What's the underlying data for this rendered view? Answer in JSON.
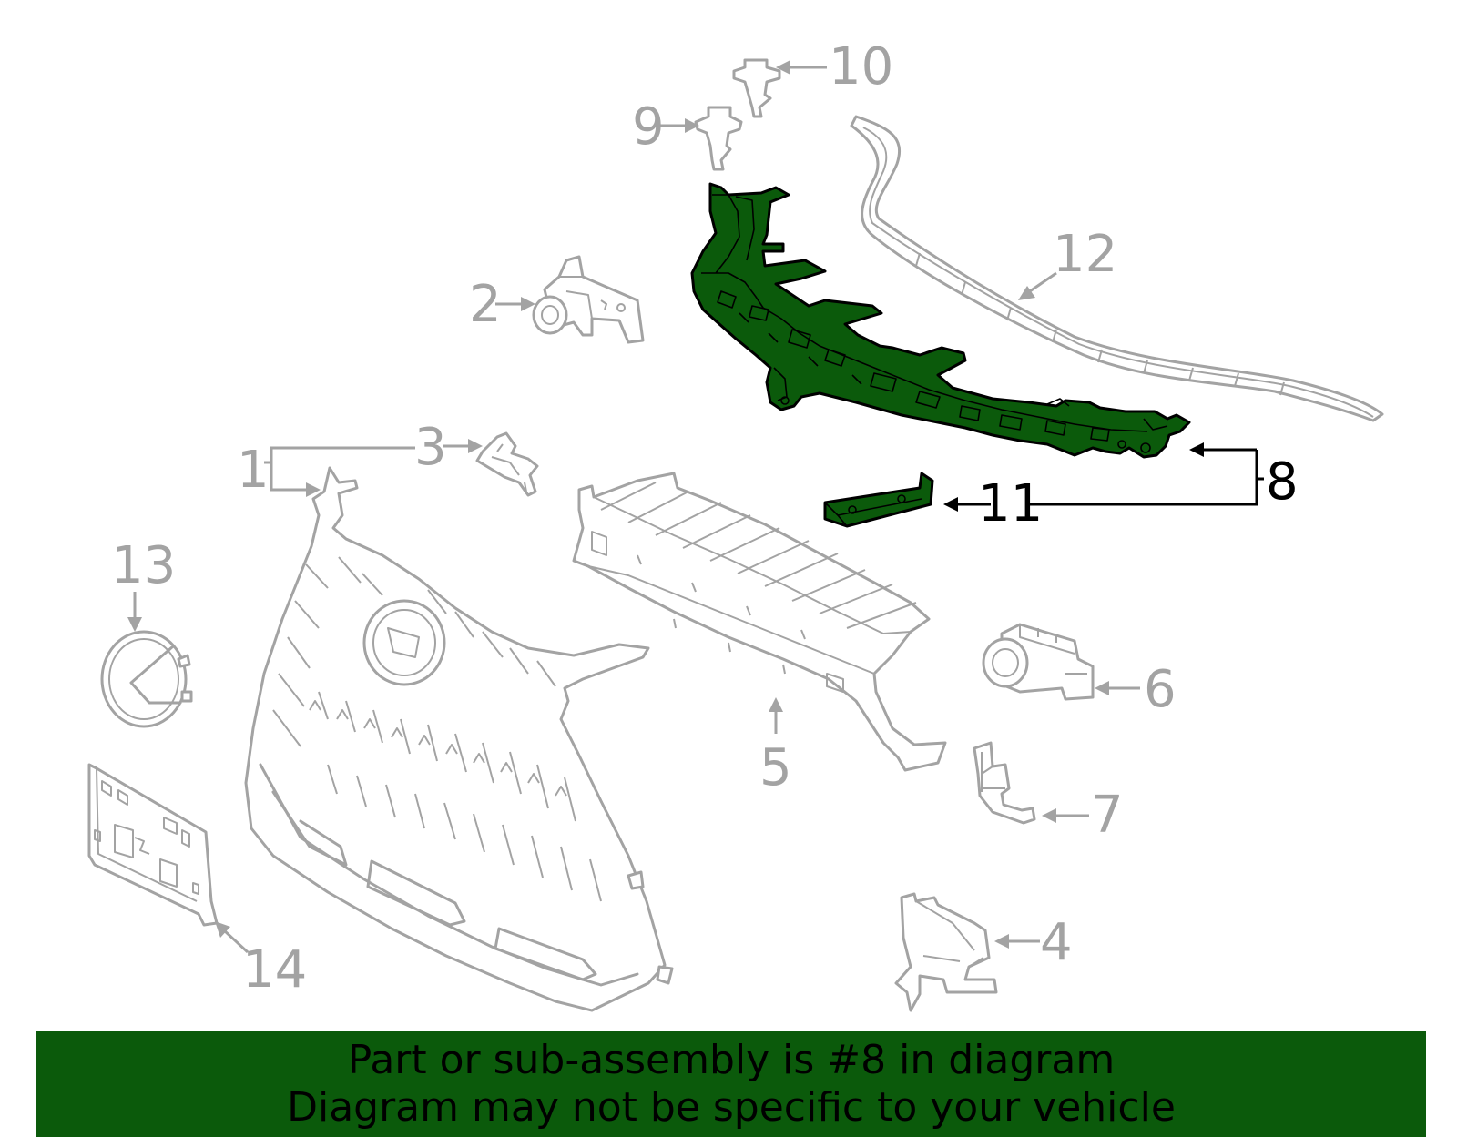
{
  "callouts": [
    {
      "id": "1",
      "text": "1",
      "highlighted": false
    },
    {
      "id": "2",
      "text": "2",
      "highlighted": false
    },
    {
      "id": "3",
      "text": "3",
      "highlighted": false
    },
    {
      "id": "4",
      "text": "4",
      "highlighted": false
    },
    {
      "id": "5",
      "text": "5",
      "highlighted": false
    },
    {
      "id": "6",
      "text": "6",
      "highlighted": false
    },
    {
      "id": "7",
      "text": "7",
      "highlighted": false
    },
    {
      "id": "8",
      "text": "8",
      "highlighted": true
    },
    {
      "id": "9",
      "text": "9",
      "highlighted": false
    },
    {
      "id": "10",
      "text": "10",
      "highlighted": false
    },
    {
      "id": "11",
      "text": "11",
      "highlighted": true
    },
    {
      "id": "12",
      "text": "12",
      "highlighted": false
    },
    {
      "id": "13",
      "text": "13",
      "highlighted": false
    },
    {
      "id": "14",
      "text": "14",
      "highlighted": false
    }
  ],
  "banner": {
    "line1": "Part or sub-assembly is #8 in diagram",
    "line2": "Diagram may not be specific to your vehicle"
  },
  "colors": {
    "highlight": "#0b5a0b",
    "part_outline": "#a3a3a3",
    "highlight_outline": "#000000",
    "background": "#ffffff"
  }
}
